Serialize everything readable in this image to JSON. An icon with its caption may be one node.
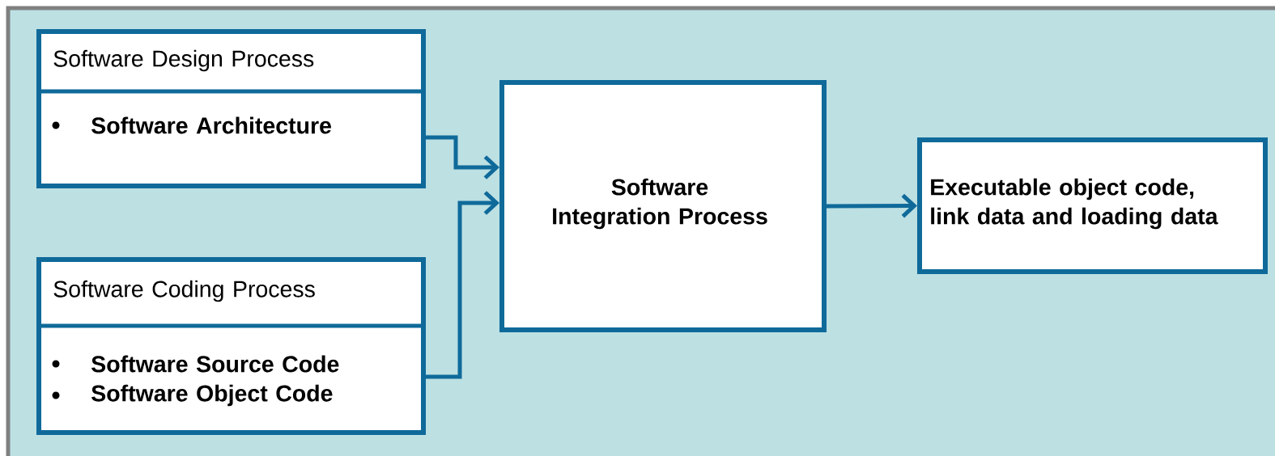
{
  "diagram": {
    "nodes": [
      {
        "text": [
          "Software Design Process",
          "Software Architecture"
        ]
      },
      {
        "text": [
          "Software Coding Process",
          "Software Source Code",
          "Software Object Code"
        ]
      },
      {
        "text": [
          "Software Integration Process"
        ]
      },
      {
        "text": [
          "Executable object code, link data and loading data"
        ]
      }
    ],
    "edges": [
      {
        "from": 0,
        "to": 2,
        "arrow": "to"
      },
      {
        "from": 1,
        "to": 2,
        "arrow": "to"
      },
      {
        "from": 2,
        "to": 3,
        "arrow": "to"
      }
    ]
  }
}
